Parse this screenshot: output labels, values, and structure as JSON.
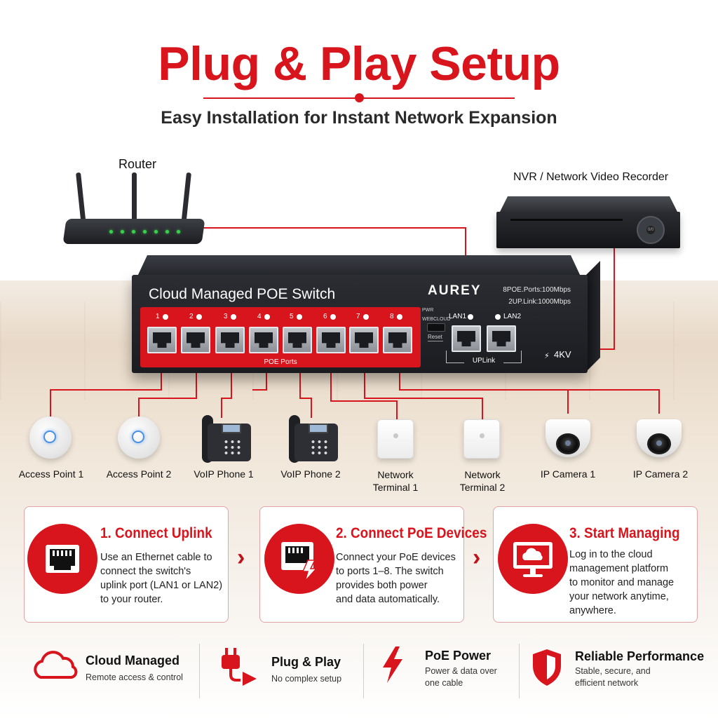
{
  "header": {
    "title": "Plug & Play Setup",
    "subtitle": "Easy Installation for Instant Network Expansion"
  },
  "router": {
    "label": "Router"
  },
  "nvr": {
    "label": "NVR / Network Video Recorder",
    "dpad_label": "0/0"
  },
  "switch": {
    "name": "Cloud Managed POE Switch",
    "brand": "AUREY",
    "spec_line1": "8POE.Ports:100Mbps",
    "spec_line2": "2UP.Link:1000Mbps",
    "poe_caption": "POE Ports",
    "port_numbers": [
      "1",
      "2",
      "3",
      "4",
      "5",
      "6",
      "7",
      "8"
    ],
    "pwr_label": "PWR",
    "web_label": "WEB",
    "cloud_label": "CLOUD",
    "reset_label": "Reset",
    "lan1_label": "LAN1",
    "lan2_label": "LAN2",
    "uplink_label": "UPLink",
    "surge_label": "4KV"
  },
  "devices": [
    {
      "label": "Access Point 1",
      "icon": "access-point-icon"
    },
    {
      "label": "Access Point 2",
      "icon": "access-point-icon"
    },
    {
      "label": "VoIP Phone 1",
      "icon": "voip-phone-icon"
    },
    {
      "label": "VoIP Phone 2",
      "icon": "voip-phone-icon"
    },
    {
      "label": "Network\nTerminal 1",
      "icon": "network-terminal-icon"
    },
    {
      "label": "Network\nTerminal 2",
      "icon": "network-terminal-icon"
    },
    {
      "label": "IP Camera 1",
      "icon": "dome-camera-icon"
    },
    {
      "label": "IP Camera 2",
      "icon": "dome-camera-icon"
    }
  ],
  "steps": [
    {
      "title": "1. Connect Uplink",
      "text": "Use an Ethernet cable to\nconnect the switch's\nuplink port (LAN1 or LAN2)\nto your router.",
      "icon": "ethernet-port-icon"
    },
    {
      "title": "2. Connect PoE Devices",
      "text": "Connect your PoE devices\nto ports 1–8. The switch\nprovides both power\nand data automatically.",
      "icon": "poe-port-lightning-icon"
    },
    {
      "title": "3. Start Managing",
      "text": "Log in to the cloud\nmanagement platform\nto monitor and manage\nyour network anytime,\nanywhere.",
      "icon": "cloud-monitor-icon"
    }
  ],
  "features": [
    {
      "title": "Cloud Managed",
      "text": "Remote access & control",
      "icon": "cloud-icon"
    },
    {
      "title": "Plug & Play",
      "text": "No complex setup",
      "icon": "plug-play-icon"
    },
    {
      "title": "PoE Power",
      "text": "Power & data over\none cable",
      "icon": "lightning-icon"
    },
    {
      "title": "Reliable Performance",
      "text": "Stable, secure, and\nefficient network",
      "icon": "shield-icon"
    }
  ],
  "colors": {
    "accent": "#d8141c",
    "switch_body": "#1f2024",
    "text": "#1a1a1a"
  }
}
